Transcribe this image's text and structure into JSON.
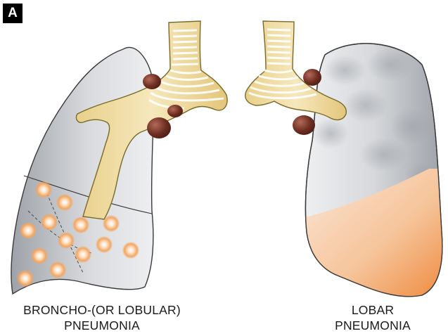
{
  "panel": {
    "label": "A"
  },
  "left_caption": {
    "line1": "BRONCHO-(OR LOBULAR)",
    "line2": "PNEUMONIA"
  },
  "right_caption": {
    "line1": "LOBAR",
    "line2": "PNEUMONIA"
  },
  "colors": {
    "lung_fill": "#cfd2d6",
    "lung_outline": "#3a3a3a",
    "trachea_fill": "#f1dfa6",
    "trachea_outline": "#7a6a2a",
    "lymph_node": "#6e2e22",
    "focus_glow": "#f3a05a",
    "consolidation": "#f08a3a"
  }
}
